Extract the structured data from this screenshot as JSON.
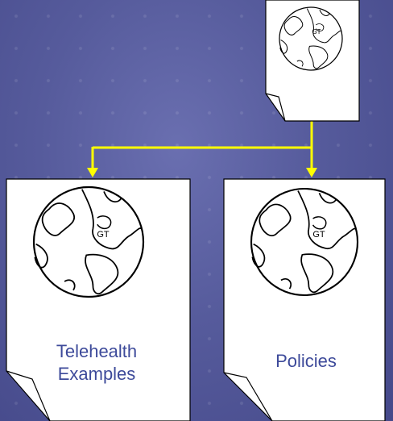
{
  "documents": {
    "source": {
      "globe_mark": "GT"
    },
    "left": {
      "label_line1": "Telehealth",
      "label_line2": "Examples",
      "globe_mark": "GT"
    },
    "right": {
      "label": "Policies",
      "globe_mark": "GT"
    }
  },
  "colors": {
    "arrow": "#ffff00",
    "page_fill": "#ffffff",
    "outline": "#000000",
    "label_text": "#3d4a9a"
  }
}
